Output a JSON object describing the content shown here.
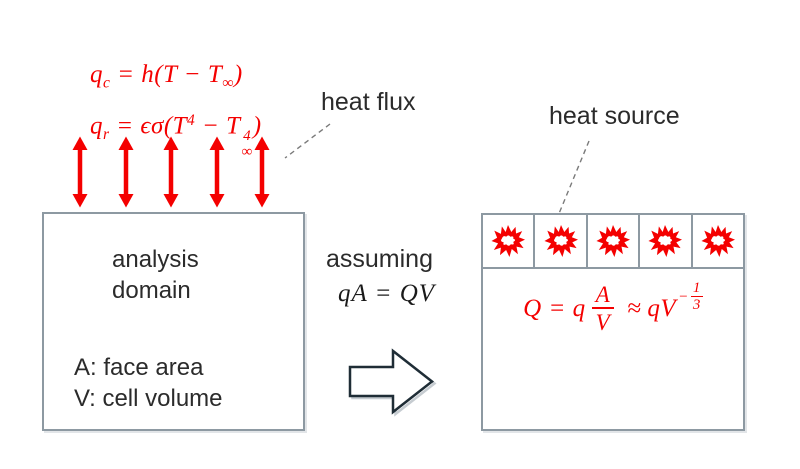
{
  "labels": {
    "heat_flux": "heat flux",
    "heat_source": "heat source",
    "assuming": "assuming",
    "analysis_domain_line1": "analysis",
    "analysis_domain_line2": "domain",
    "face_area": "A: face area",
    "cell_volume": "V: cell volume"
  },
  "equations": {
    "qc": {
      "base": "q",
      "sub": "c",
      "mid": " = h(T − T",
      "inf": "∞",
      "close": ")"
    },
    "qr": {
      "base": "q",
      "sub": "r",
      "mid": " = ϵσ(T",
      "sup1": "4",
      "mid2": " − T",
      "sup2": "4",
      "sub2": "∞",
      "close": ")"
    },
    "assume_eq": "qA = QV",
    "q_result": {
      "lead": "Q = q",
      "num": "A",
      "den": "V",
      "approx": "≈",
      "base2": "qV",
      "exp_minus": "−",
      "exp_num": "1",
      "exp_den": "3"
    }
  },
  "icons": {
    "heat_flux_arrow": "red-double-headed-vertical-arrow",
    "heat_source_burst": "red-explosion-burst",
    "transform_arrow": "hollow-block-arrow-right",
    "leader_line": "dashed-gray-leader"
  },
  "colors": {
    "equation_red": "#f40000",
    "box_border": "#8d99a2",
    "arrow_outline": "#1f2d36",
    "label_text": "#2b2b2b"
  }
}
